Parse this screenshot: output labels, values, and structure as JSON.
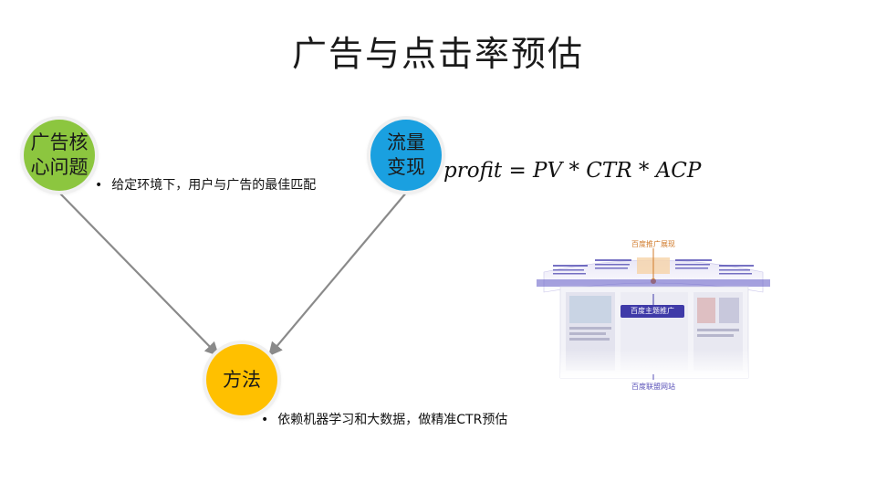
{
  "title": "广告与点击率预估",
  "nodes": {
    "core": {
      "label": "广告核\n心问题",
      "color": "#8cc63f"
    },
    "traffic": {
      "label": "流量\n变现",
      "color": "#1aa0e0"
    },
    "method": {
      "label": "方法",
      "color": "#ffc000"
    }
  },
  "bullets": {
    "core": "给定环境下，用户与广告的最佳匹配",
    "method": "依赖机器学习和大数据，做精准CTR预估"
  },
  "formula": "profit = PV * CTR * ACP",
  "ad_panel": {
    "top_caption": "百度推广展现",
    "badge": "百度主题推广",
    "bottom_caption": "百度联盟网站"
  },
  "colors": {
    "arrow": "#8a8a8a",
    "core": "#8cc63f",
    "traffic": "#1aa0e0",
    "method": "#ffc000"
  }
}
